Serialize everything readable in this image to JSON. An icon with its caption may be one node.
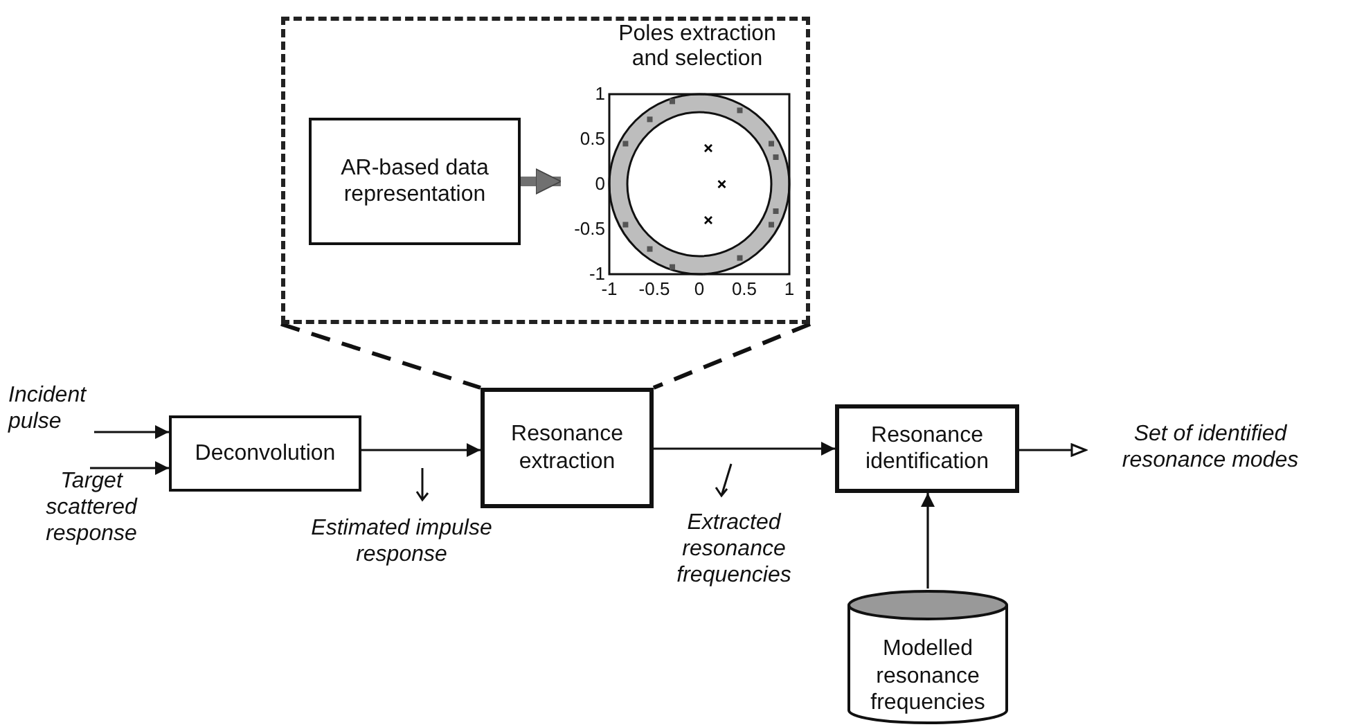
{
  "diagram": {
    "nodes": [
      {
        "text": [],
        "shape": "box"
      },
      {
        "text": [
          "AR-based data representation"
        ],
        "in": 0
      },
      {
        "text": [
          "Poles extraction and selection"
        ],
        "in": 0
      },
      {
        "text": [
          "Incident pulse"
        ]
      },
      {
        "text": [
          "Target scattered response"
        ]
      },
      {
        "text": [
          "Deconvolution"
        ]
      },
      {
        "text": [
          "Resonance extraction"
        ]
      },
      {
        "text": [
          "Resonance identification"
        ]
      },
      {
        "text": [
          "Set of identified resonance modes"
        ]
      },
      {
        "text": [
          "Modelled resonance frequencies"
        ]
      }
    ],
    "edges": [
      {
        "from": 3,
        "to": 5,
        "arrow": "to"
      },
      {
        "from": 4,
        "to": 5,
        "arrow": "to"
      },
      {
        "from": 5,
        "to": 6,
        "arrow": "to",
        "label": "Estimated impulse response"
      },
      {
        "from": 6,
        "to": 7,
        "arrow": "to",
        "label": "Extracted resonance frequencies"
      },
      {
        "from": 7,
        "to": 8,
        "arrow": "to"
      },
      {
        "from": 9,
        "to": 7,
        "arrow": "to"
      },
      {
        "from": 1,
        "to": 2,
        "arrow": "to",
        "style": "thick",
        "color": "#707070"
      },
      {
        "from": 0,
        "to": 6,
        "arrow": "none",
        "style": "dashed"
      },
      {
        "from": 0,
        "to": 6,
        "arrow": "none",
        "style": "dashed"
      }
    ],
    "chart_data": {
      "type": "scatter",
      "xlim": [
        -1,
        1
      ],
      "ylim": [
        -1,
        1
      ],
      "xticks": [
        {
          "value": -1,
          "label": "-1"
        },
        {
          "value": -0.5,
          "label": "-0.5"
        },
        {
          "value": 0,
          "label": "0"
        },
        {
          "value": 0.5,
          "label": "0.5"
        },
        {
          "value": 1,
          "label": "1"
        }
      ],
      "yticks": [
        {
          "value": -1,
          "label": "-1"
        },
        {
          "value": -0.5,
          "label": "-0.5"
        },
        {
          "value": 0,
          "label": "0"
        },
        {
          "value": 0.5,
          "label": "0.5"
        },
        {
          "value": 1,
          "label": "1"
        }
      ],
      "x": [
        0.1,
        0.25,
        0.1,
        -0.55,
        -0.82,
        -0.82,
        -0.55,
        -0.3,
        0.45,
        0.8,
        0.85,
        0.85,
        0.8,
        0.45,
        -0.3
      ],
      "series": [
        {
          "color": "#000000",
          "values": [
            0.4,
            0,
            -0.4,
            null,
            null,
            null,
            null,
            null,
            null,
            null,
            null,
            null,
            null,
            null,
            null
          ]
        },
        {
          "color": "#555555",
          "values": [
            null,
            null,
            null,
            0.72,
            0.45,
            -0.45,
            -0.72,
            -0.92,
            -0.82,
            -0.45,
            -0.3,
            0.3,
            0.45,
            0.82,
            0.92
          ]
        }
      ]
    }
  }
}
